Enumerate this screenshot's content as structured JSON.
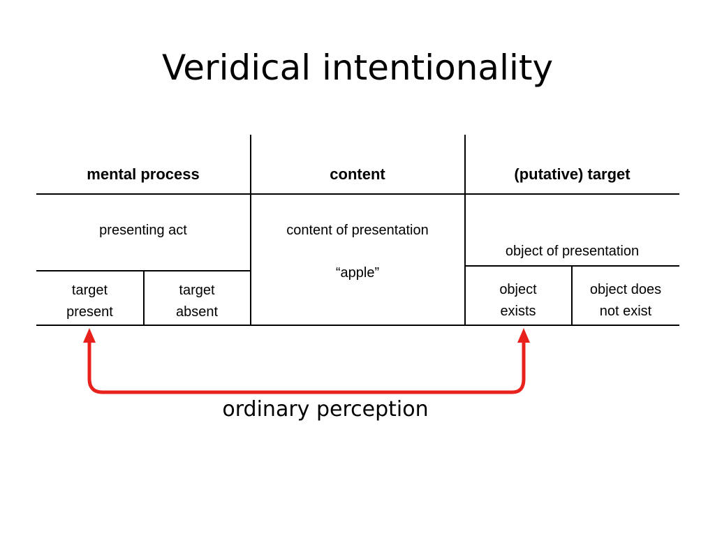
{
  "slide": {
    "title": "Veridical intentionality",
    "caption": "ordinary perception",
    "accent_color": "#e8211c"
  },
  "table": {
    "headers": {
      "mental_process": "mental process",
      "content": "content",
      "target": "(putative) target"
    },
    "mental_process": {
      "act": "presenting act",
      "sub": [
        "target\npresent",
        "target\nabsent"
      ]
    },
    "content": {
      "line1": "content of presentation",
      "line2": "“apple”"
    },
    "target": {
      "object": "object of presentation",
      "sub": [
        "object\nexists",
        "object does\nnot exist"
      ]
    }
  }
}
